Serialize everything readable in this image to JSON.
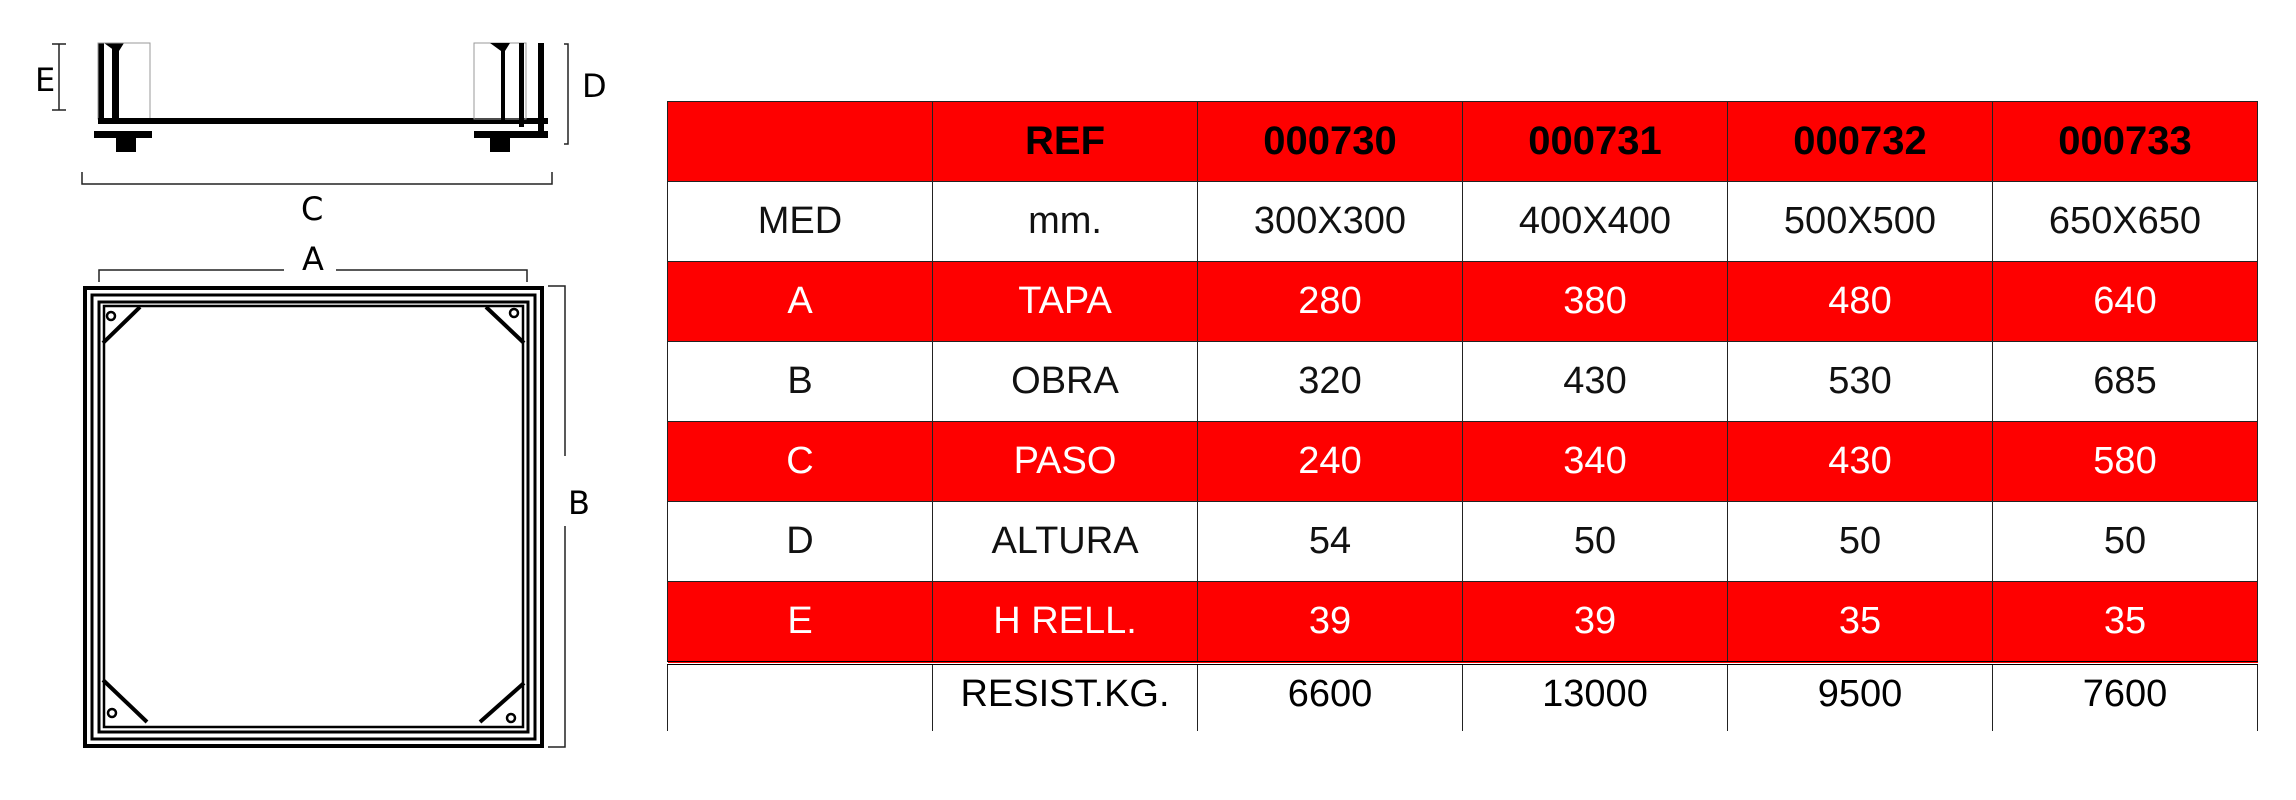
{
  "drawing": {
    "labels": {
      "a": "A",
      "b": "B",
      "c": "C",
      "d": "D",
      "e": "E"
    }
  },
  "table": {
    "header": [
      "",
      "REF",
      "000730",
      "000731",
      "000732",
      "000733"
    ],
    "rows": [
      {
        "key": "MED",
        "name": "mm.",
        "values": [
          "300X300",
          "400X400",
          "500X500",
          "650X650"
        ],
        "style": "white"
      },
      {
        "key": "A",
        "name": "TAPA",
        "values": [
          "280",
          "380",
          "480",
          "640"
        ],
        "style": "red"
      },
      {
        "key": "B",
        "name": "OBRA",
        "values": [
          "320",
          "430",
          "530",
          "685"
        ],
        "style": "white"
      },
      {
        "key": "C",
        "name": "PASO",
        "values": [
          "240",
          "340",
          "430",
          "580"
        ],
        "style": "red"
      },
      {
        "key": "D",
        "name": "ALTURA",
        "values": [
          "54",
          "50",
          "50",
          "50"
        ],
        "style": "white"
      },
      {
        "key": "E",
        "name": "H RELL.",
        "values": [
          "39",
          "39",
          "35",
          "35"
        ],
        "style": "red"
      },
      {
        "key": "",
        "name": "RESIST.KG.",
        "values": [
          "6600",
          "13000",
          "9500",
          "7600"
        ],
        "style": "last"
      }
    ]
  },
  "colors": {
    "red": "#fe0000"
  }
}
